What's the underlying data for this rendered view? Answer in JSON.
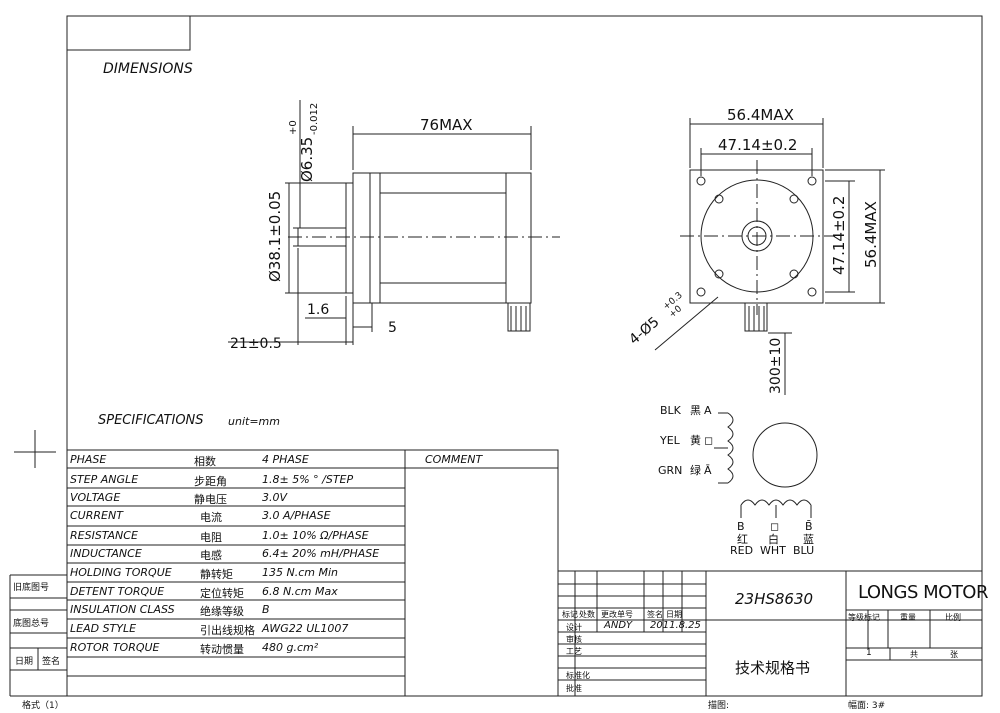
{
  "sheet": {
    "dimensions_title": "DIMENSIONS",
    "specifications_title": "SPECIFICATIONS",
    "unit": "unit=mm"
  },
  "dimensions": {
    "side_length": "76MAX",
    "shaft_dia_base": "Ø6.35",
    "shaft_tol_upper": "+0",
    "shaft_tol_lower": "-0.012",
    "pilot_dia": "Ø38.1±0.05",
    "pilot_depth": "1.6",
    "flange_thick": "5",
    "shaft_length": "21±0.5",
    "front_width": "56.4MAX",
    "front_bolt": "47.14±0.2",
    "front_height": "56.4MAX",
    "front_bolt_v": "47.14±0.2",
    "holes_base": "4-Ø5",
    "holes_tol_upper": "+0.3",
    "holes_tol_lower": "+0",
    "lead_length": "300±10"
  },
  "wiring": {
    "left": [
      {
        "en": "BLK",
        "cn": "黑",
        "code": "A"
      },
      {
        "en": "YEL",
        "cn": "黄",
        "code": "◻"
      },
      {
        "en": "GRN",
        "cn": "绿",
        "code": "Ā"
      }
    ],
    "bottom_codes": [
      "B",
      "◻",
      "B̄"
    ],
    "bottom_cn": [
      "红",
      "白",
      "蓝"
    ],
    "bottom_en": [
      "RED",
      "WHT",
      "BLU"
    ]
  },
  "specs": {
    "comment_header": "COMMENT",
    "rows": [
      {
        "label": "PHASE",
        "cn": "相数",
        "value": "4  PHASE"
      },
      {
        "label": "STEP ANGLE",
        "cn": "步距角",
        "value": "1.8± 5% ° /STEP"
      },
      {
        "label": "VOLTAGE",
        "cn": "静电压",
        "value": "3.0V"
      },
      {
        "label": "CURRENT",
        "cn": "电流",
        "value": "3.0 A/PHASE"
      },
      {
        "label": "RESISTANCE",
        "cn": "电阻",
        "value": "1.0± 10%  Ω/PHASE"
      },
      {
        "label": "INDUCTANCE",
        "cn": "电感",
        "value": "6.4± 20% mH/PHASE"
      },
      {
        "label": "HOLDING TORQUE",
        "cn": "静转矩",
        "value": "135  N.cm Min"
      },
      {
        "label": "DETENT TORQUE",
        "cn": "定位转矩",
        "value": "6.8 N.cm Max"
      },
      {
        "label": "INSULATION CLASS",
        "cn": "绝缘等级",
        "value": "B"
      },
      {
        "label": "LEAD STYLE",
        "cn": "引出线规格",
        "value": "AWG22 UL1007"
      },
      {
        "label": "ROTOR TORQUE",
        "cn": "转动惯量",
        "value": "480 g.cm²"
      }
    ]
  },
  "left_margin": {
    "old_drawing": "旧底图号",
    "drawing_no": "底图总号",
    "date": "日期",
    "sign": "签名",
    "format": "格式（1）"
  },
  "title_block": {
    "model": "23HS8630",
    "company": "LONGS MOTOR",
    "doc_name": "技术规格书",
    "col_mark": "标记",
    "col_count": "处数",
    "col_change": "更改单号",
    "col_sign": "签名",
    "col_date": "日期",
    "design": "设计",
    "design_name": "ANDY",
    "design_date": "2011.8.25",
    "check": "审核",
    "craft": "工艺",
    "standard": "标准化",
    "approve": "批准",
    "grade_mark": "等级标记",
    "weight": "重量",
    "scale": "比例",
    "sheet_num": "1",
    "total": "共",
    "sheets": "张",
    "desc": "描图:",
    "page": "幅面: 3#"
  }
}
